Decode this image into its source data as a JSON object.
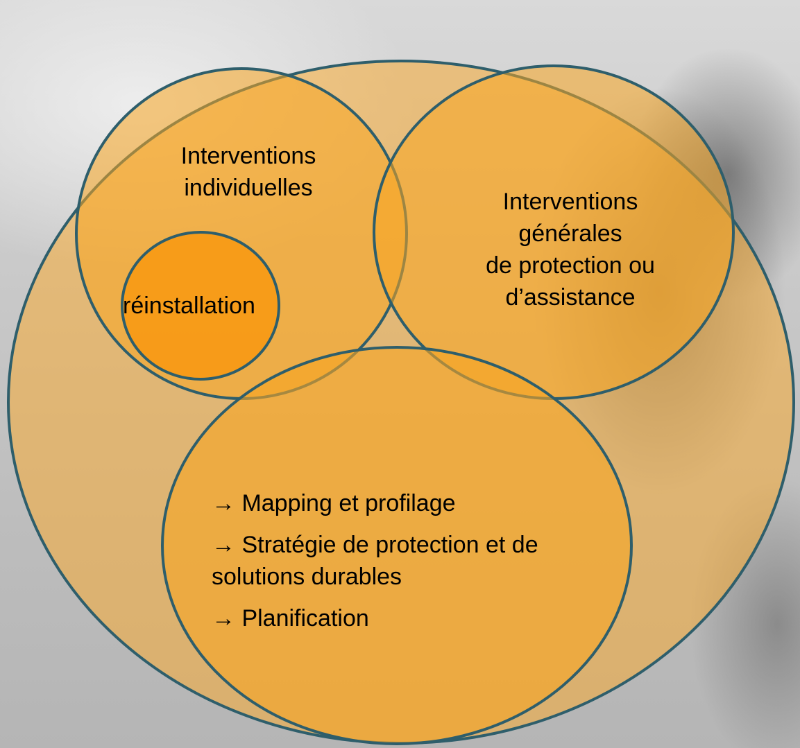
{
  "diagram": {
    "circle_fill": "#f5a623",
    "circle_stroke": "#2e5e6b",
    "individual": {
      "lines": [
        "Interventions",
        "individuelles"
      ]
    },
    "resettlement": {
      "label": "réinstallation"
    },
    "general": {
      "lines": [
        "Interventions",
        "générales",
        "de protection ou",
        "d’assistance"
      ]
    },
    "bottom": {
      "bullets": [
        [
          "→ Mapping et profilage"
        ],
        [
          "→ Stratégie de protection et de",
          "solutions durables"
        ],
        [
          "→ Planification"
        ]
      ]
    }
  }
}
